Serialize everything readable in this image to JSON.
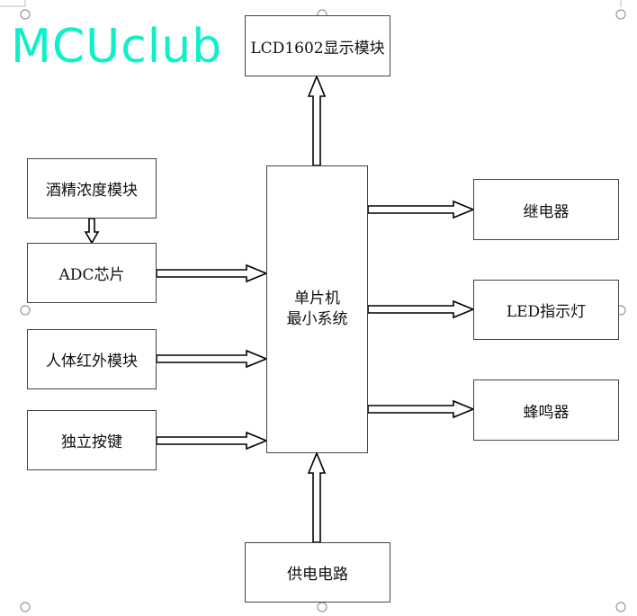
{
  "logo": "MCUclub",
  "colors": {
    "logo": "#10f0c8",
    "border": "#444444"
  },
  "blocks": {
    "lcd": "LCD1602显示模块",
    "alcohol": "酒精浓度模块",
    "adc": "ADC芯片",
    "infrared": "人体红外模块",
    "keys": "独立按键",
    "mcu_line1": "单片机",
    "mcu_line2": "最小系统",
    "relay": "继电器",
    "led": "LED指示灯",
    "buzzer": "蜂鸣器",
    "power": "供电电路"
  }
}
